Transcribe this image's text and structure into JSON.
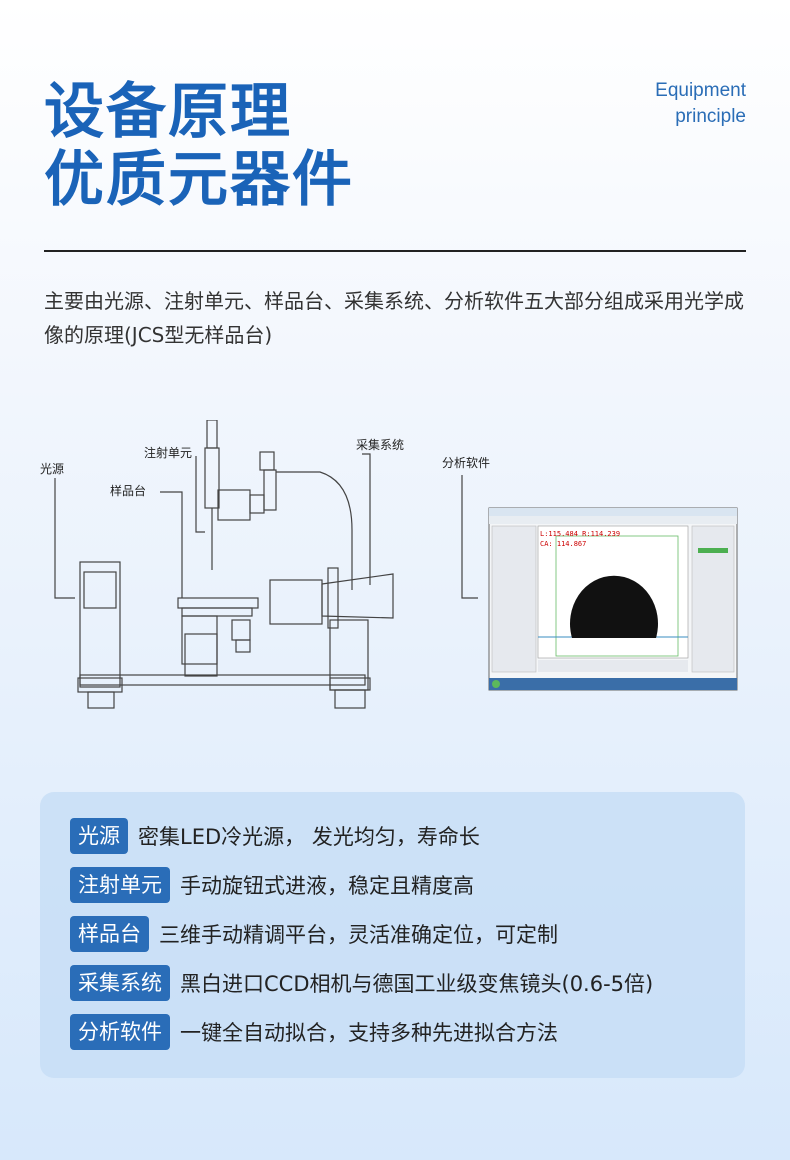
{
  "header": {
    "title_line1": "设备原理",
    "title_line2": "优质元器件",
    "en_line1": "Equipment",
    "en_line2": "principle"
  },
  "description": "主要由光源、注射单元、样品台、采集系统、分析软件五大部分组成采用光学成像的原理(JCS型无样品台)",
  "diagram": {
    "callouts": {
      "light_source": "光源",
      "injection_unit": "注射单元",
      "sample_stage": "样品台",
      "acquisition": "采集系统",
      "software": "分析软件"
    },
    "screen_readout": {
      "line1": "L:115.484  R:114.239",
      "line2": "CA: 114.867"
    }
  },
  "features": [
    {
      "tag": "光源",
      "text": "密集LED冷光源， 发光均匀，寿命长"
    },
    {
      "tag": "注射单元",
      "text": "手动旋钮式进液，稳定且精度高"
    },
    {
      "tag": "样品台",
      "text": "三维手动精调平台，灵活准确定位，可定制"
    },
    {
      "tag": "采集系统",
      "text": "黑白进口CCD相机与德国工业级变焦镜头(0.6-5倍)"
    },
    {
      "tag": "分析软件",
      "text": "一键全自动拟合，支持多种先进拟合方法"
    }
  ],
  "colors": {
    "title": "#1a63b8",
    "tag_bg": "#2a6db8",
    "readout": "#cc0000"
  }
}
